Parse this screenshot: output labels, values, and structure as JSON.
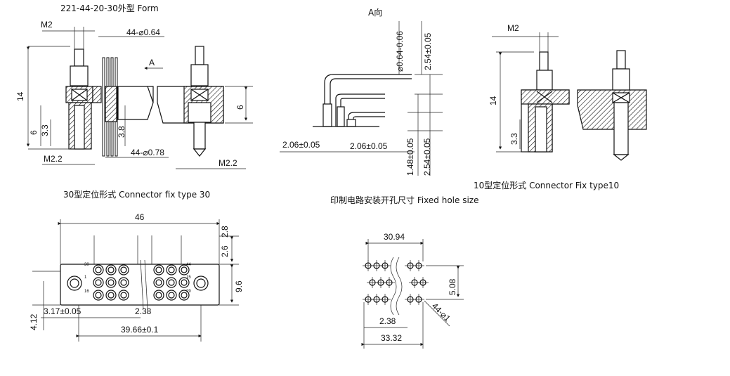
{
  "captions": {
    "form": "221-44-20-30外型 Form",
    "a_view": "A向",
    "fix_type30": "30型定位形式 Connector fix type 30",
    "fix_type10": "10型定位形式 Connector Fix type10",
    "hole_size": "印制电路安装开孔尺寸 Fixed hole size"
  },
  "dims": {
    "m2_a": "M2",
    "pin_dia": "44-⌀0.64",
    "arrow_a": "A",
    "h14_a": "14",
    "h6_a": "6",
    "h3_3_a": "3.3",
    "h3_8": "3.8",
    "h6_right": "6",
    "m2_2_left": "M2.2",
    "m2_2_right": "M2.2",
    "tail_dia": "44-⌀0.78",
    "dia_tol": "⌀0.64-0.06",
    "pitch_top": "2.54±0.05",
    "pitch_bottom": "2.54±0.05",
    "row_left": "2.06±0.05",
    "row_right": "2.06±0.05",
    "h1_48": "1.48±0.05",
    "m2_b": "M2",
    "h14_b": "14",
    "h3_3_b": "3.3",
    "w46": "46",
    "v2_8": "2.8",
    "v2_6": "2.6",
    "v9_6": "9.6",
    "v4_12": "4.12",
    "d3_17": "3.17±0.05",
    "d2_38_a": "2.38",
    "d39_66": "39.66±0.1",
    "d30_94": "30.94",
    "d5_08": "5.08",
    "d2_38_b": "2.38",
    "d33_32": "33.32",
    "hole_dia": "44-⌀1"
  },
  "face_marks": [
    "30",
    "44",
    "1",
    "15",
    "16",
    "29"
  ]
}
